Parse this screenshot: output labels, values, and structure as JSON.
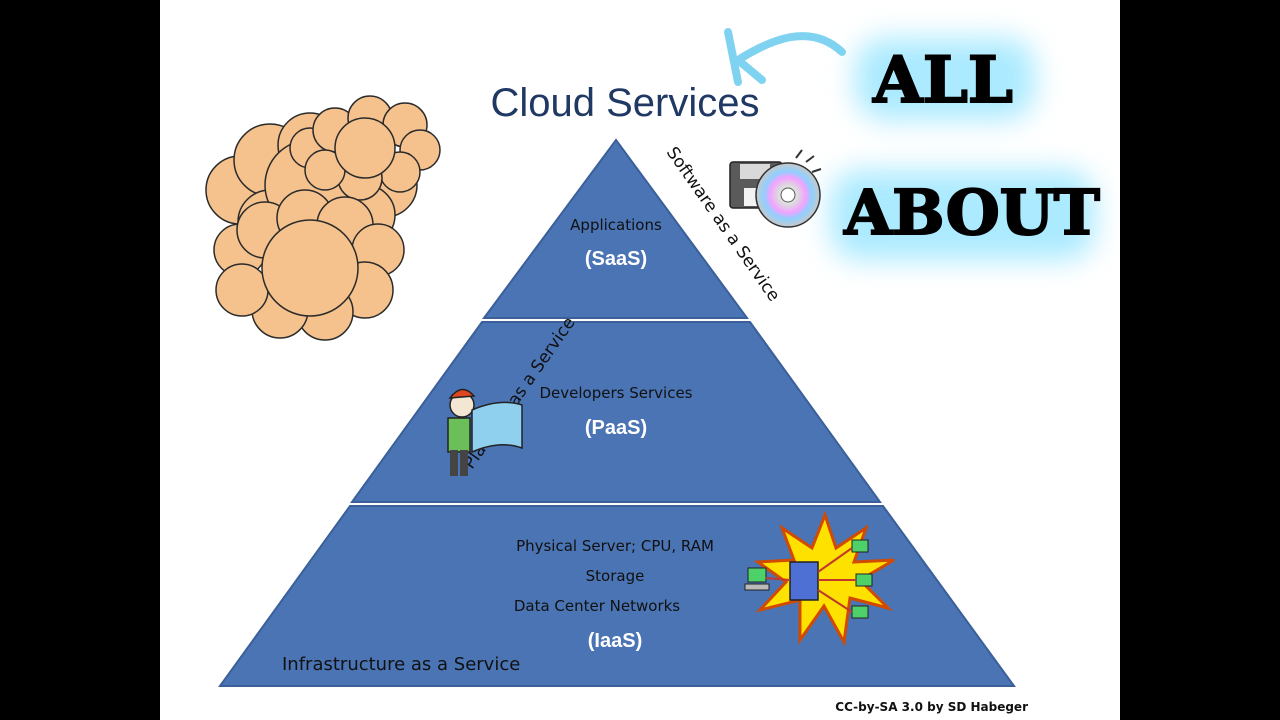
{
  "title": "Cloud Services",
  "overlay": {
    "line1": "ALL",
    "line2": "ABOUT"
  },
  "tiers": {
    "saas": {
      "label": "Applications",
      "abbr": "(SaaS)"
    },
    "paas": {
      "label": "Developers Services",
      "abbr": "(PaaS)"
    },
    "iaas": {
      "lines": [
        "Physical Server; CPU, RAM",
        "Storage",
        "Data Center Networks"
      ],
      "abbr": "(IaaS)",
      "caption": "Infrastructure as a Service"
    }
  },
  "side_labels": {
    "left": "Platform as a Service",
    "right": "Software as a Service"
  },
  "credit": "CC-by-SA 3.0 by SD Habeger",
  "colors": {
    "pyramid": "#4a74b4",
    "pyramid_stroke": "#3a5f99",
    "title": "#1f3864",
    "cloud": "#f5c28d",
    "glow": "#8fe3ff",
    "arrow": "#7fd3f0"
  },
  "icons": [
    "cloud-icon",
    "floppy-disk-icon",
    "cd-disc-icon",
    "worker-blueprint-icon",
    "server-network-icon",
    "arrow-icon"
  ]
}
